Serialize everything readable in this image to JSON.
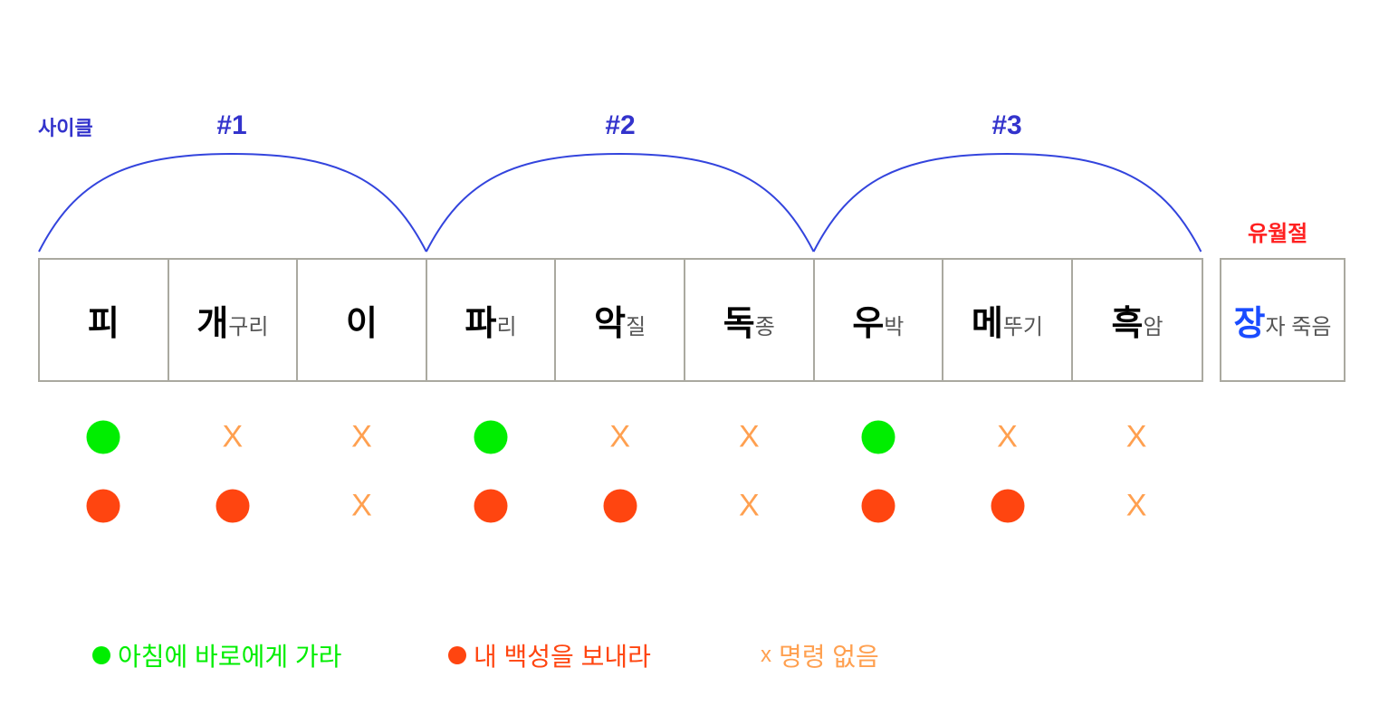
{
  "cycle_title": "사이클",
  "cycles": [
    "#1",
    "#2",
    "#3"
  ],
  "extra_title": "유월절",
  "plagues": [
    {
      "big": "피",
      "small": ""
    },
    {
      "big": "개",
      "small": "구리"
    },
    {
      "big": "이",
      "small": ""
    },
    {
      "big": "파",
      "small": "리"
    },
    {
      "big": "악",
      "small": "질"
    },
    {
      "big": "독",
      "small": "종"
    },
    {
      "big": "우",
      "small": "박"
    },
    {
      "big": "메",
      "small": "뚜기"
    },
    {
      "big": "흑",
      "small": "암"
    }
  ],
  "extra_plague": {
    "big": "장",
    "small": "자 죽음"
  },
  "rows": [
    {
      "name": "morning-warning",
      "color": "#00ee00",
      "marks": [
        "dot",
        "x",
        "x",
        "dot",
        "x",
        "x",
        "dot",
        "x",
        "x"
      ]
    },
    {
      "name": "let-my-people-go",
      "color": "#ff4510",
      "marks": [
        "dot",
        "dot",
        "x",
        "dot",
        "dot",
        "x",
        "dot",
        "dot",
        "x"
      ]
    }
  ],
  "x_symbol": "X",
  "legend": [
    {
      "symbol": "dot",
      "color": "#00ee00",
      "label": "아침에 바로에게 가라"
    },
    {
      "symbol": "dot",
      "color": "#ff4510",
      "label": "내 백성을 보내라"
    },
    {
      "symbol": "x",
      "color": "#ffa050",
      "symbol_text": "x",
      "label": "명령 없음"
    }
  ],
  "colors": {
    "arc": "#3344dd",
    "border": "#aaa9a0",
    "x": "#ffa050"
  }
}
